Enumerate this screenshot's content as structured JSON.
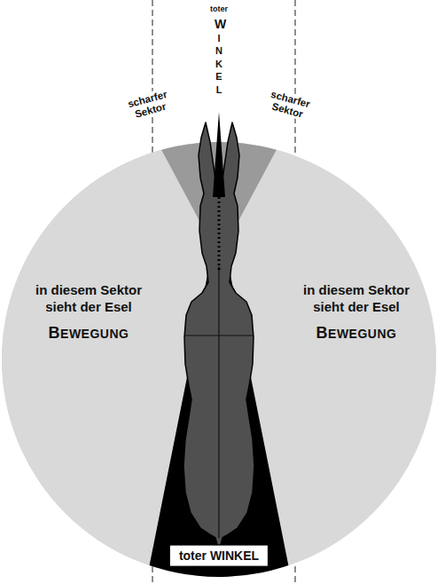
{
  "diagram": {
    "nodes": [
      {
        "text": [
          "in diesem Sektor sieht der Esel",
          "BEWEGUNG"
        ]
      },
      {
        "text": [
          "in diesem Sektor sieht der Esel",
          "BEWEGUNG"
        ]
      }
    ],
    "labels": [
      "toter",
      "WINKEL",
      "scharfer Sektor",
      "scharfer Sektor",
      "toter WINKEL"
    ]
  }
}
